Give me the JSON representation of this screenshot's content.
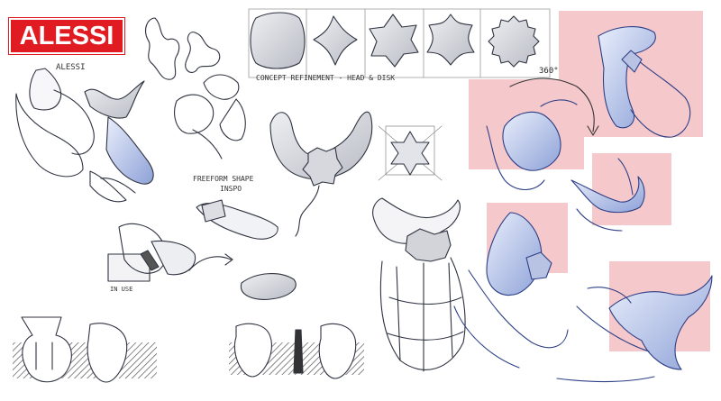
{
  "brand": {
    "name": "ALESSI",
    "color": "#e11b22"
  },
  "annotations": {
    "small_brand": "ALESSI",
    "concept_refinement": "CONCEPT REFINEMENT - HEAD & DISK",
    "freeform_line1": "FREEFORM SHAPE",
    "freeform_line2": "INSPO",
    "in_use": "IN USE",
    "rotation": "360°"
  },
  "colors": {
    "highlight_pink": "#f5c8cb",
    "sketch_line": "#2f3340",
    "blue_render": "#3a56b0",
    "grey_shade": "#c9ccd4"
  }
}
